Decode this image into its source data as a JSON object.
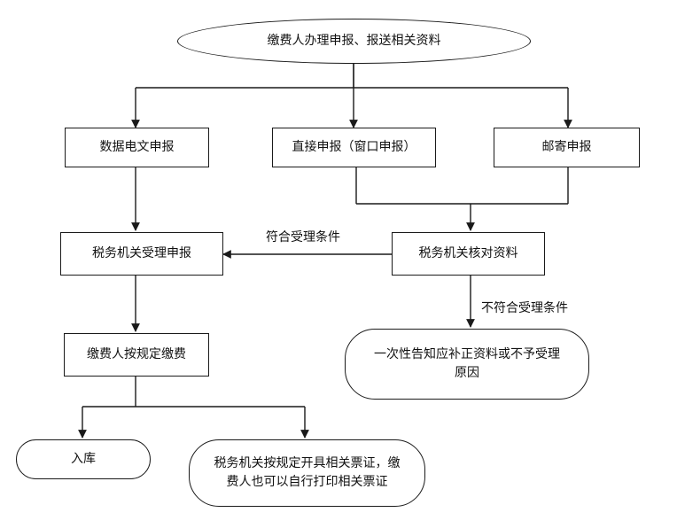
{
  "nodes": {
    "start": "缴费人办理申报、报送相关资料",
    "data_filing": "数据电文申报",
    "direct_filing": "直接申报（窗口申报）",
    "mail_filing": "邮寄申报",
    "accept_filing": "税务机关受理申报",
    "verify_docs": "税务机关核对资料",
    "pay_fee": "缴费人按规定缴费",
    "notify_reject": "一次性告知应补正资料或不予受理原因",
    "storage": "入库",
    "issue_receipt": "税务机关按规定开具相关票证，缴费人也可以自行打印相关票证"
  },
  "edge_labels": {
    "meets_conditions": "符合受理条件",
    "not_meets_conditions": "不符合受理条件"
  },
  "colors": {
    "line": "#1a1a1a",
    "text": "#111111",
    "background": "#ffffff"
  }
}
